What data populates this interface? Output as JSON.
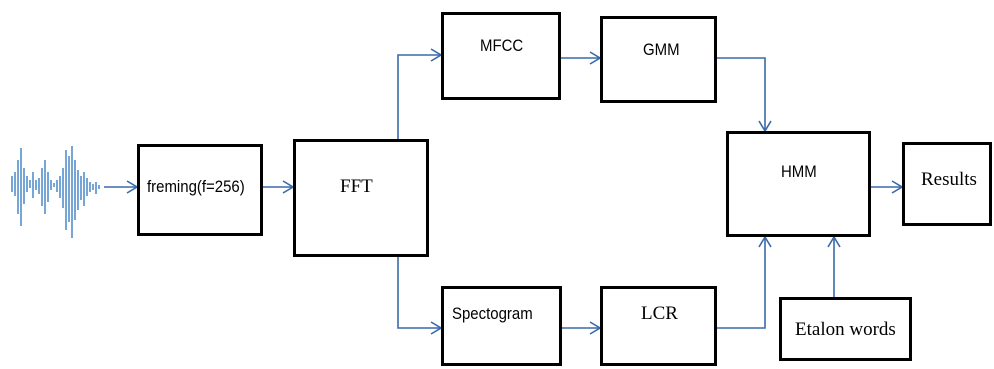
{
  "diagram": {
    "colors": {
      "arrow": "#3a6aa8",
      "box_border": "#000000",
      "waveform": "#3a7fc4"
    },
    "input_icon": "speech-waveform-icon",
    "nodes": {
      "framing": "freming(f=256)",
      "fft": "FFT",
      "mfcc": "MFCC",
      "gmm": "GMM",
      "spectrogram": "Spectogram",
      "lcr": "LCR",
      "hmm": "HMM",
      "etalon": "Etalon words",
      "results": "Results"
    }
  }
}
